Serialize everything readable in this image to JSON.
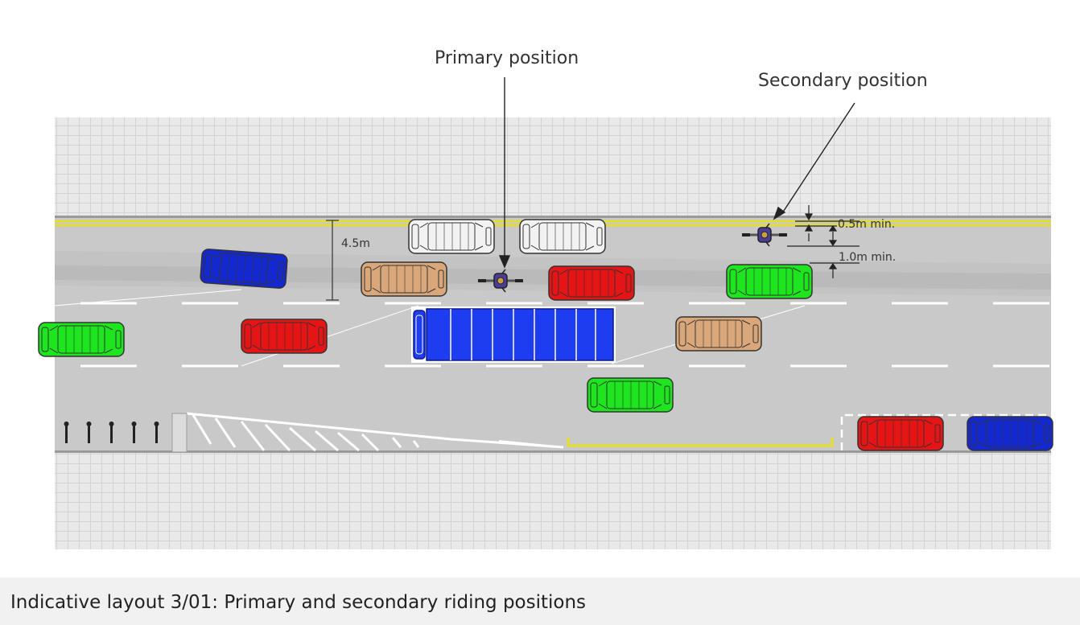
{
  "labels": {
    "primary": "Primary position",
    "secondary": "Secondary position",
    "width_dimension": "4.5m",
    "min_05": "0.5m min.",
    "min_10": "1.0m min."
  },
  "caption": "Indicative layout 3/01: Primary and secondary riding positions",
  "colors": {
    "pavement": "#e6e6e6",
    "road": "#c8c8c8",
    "lane_marking": "#ffffff",
    "yellow_line": "#e6e01e",
    "car_white": "#f2f2f2",
    "car_tan": "#d9a77a",
    "car_red": "#e61414",
    "car_green": "#1ee61e",
    "car_blue": "#1428d2",
    "bus_blue": "#1e3cf0",
    "bike_purple": "#4b3c96"
  }
}
